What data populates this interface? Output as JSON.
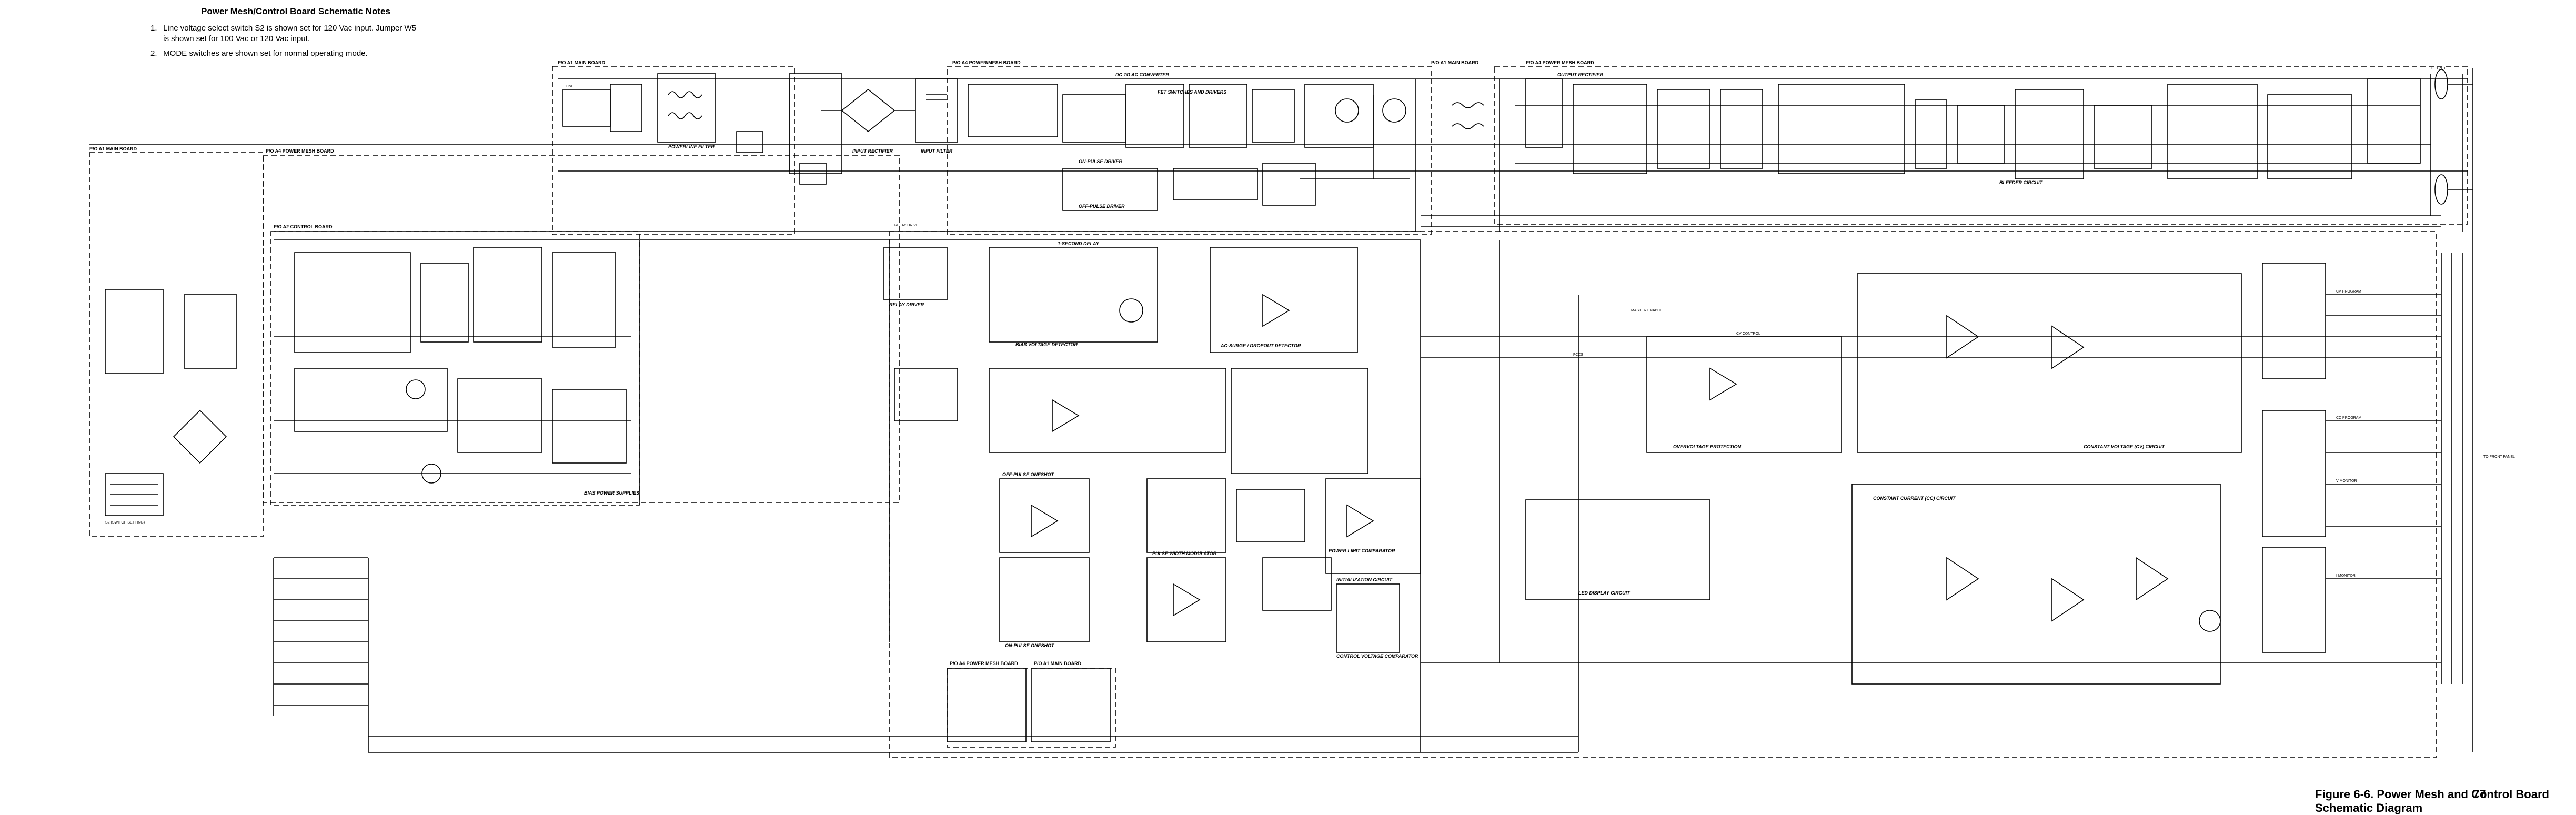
{
  "notes": {
    "title": "Power Mesh/Control Board Schematic Notes",
    "items": [
      {
        "num": "1.",
        "line1": "Line voltage select switch S2 is shown set for 120 Vac input. Jumper W5",
        "line2": "is shown set for 100 Vac or 120 Vac input."
      },
      {
        "num": "2.",
        "line1": "MODE switches are shown set for normal operating mode."
      }
    ]
  },
  "boards": {
    "main_a": "P/O A1 MAIN BOARD",
    "main_b": "P/O A1 MAIN BOARD",
    "main_c": "P/O A1 MAIN BOARD",
    "mesh_top": "P/O A4 POWER MESH BOARD",
    "mesh_left": "P/O A4 POWER MESH BOARD",
    "mesh_right": "P/O A4 POWER MESH BOARD",
    "mesh_mid": "P/O A4 POWER/MESH BOARD",
    "control": "P/O A2 CONTROL BOARD",
    "mesh_bottom": "P/O A4 POWER MESH BOARD",
    "main_bottom": "P/O A1 MAIN BOARD"
  },
  "blocks": {
    "powerline_filter": "POWERLINE FILTER",
    "input_rectifier": "INPUT RECTIFIER",
    "input_filter": "INPUT FILTER",
    "dc_to_ac": "DC TO AC CONVERTER",
    "fet_switches": "FET SWITCHES AND DRIVERS",
    "on_pulse_driver": "ON-PULSE DRIVER",
    "off_pulse_driver": "OFF-PULSE DRIVER",
    "output_rectifier": "OUTPUT RECTIFIER",
    "bleeder": "BLEEDER CIRCUIT",
    "bias_supplies": "BIAS POWER SUPPLIES",
    "second_delay": "1-SECOND DELAY",
    "bias_voltage_detector": "BIAS VOLTAGE DETECTOR",
    "ac_surge": "AC-SURGE / DROPOUT DETECTOR",
    "relay_driver": "RELAY DRIVER",
    "off_pulse_oneshot": "OFF-PULSE ONESHOT",
    "on_pulse_oneshot": "ON-PULSE ONESHOT",
    "pwm": "PULSE WIDTH MODULATOR",
    "power_limit": "POWER LIMIT COMPARATOR",
    "initialization": "INITIALIZATION CIRCUIT",
    "control_voltage_comparator": "CONTROL VOLTAGE COMPARATOR",
    "overvoltage": "OVERVOLTAGE PROTECTION",
    "cv_circuit": "CONSTANT VOLTAGE (CV) CIRCUIT",
    "cc_circuit": "CONSTANT CURRENT (CC) CIRCUIT",
    "led_display": "LED DISPLAY CIRCUIT",
    "master_enable": "MASTER ENABLE",
    "cv_control": "CV CONTROL",
    "fccs": "FCCS"
  },
  "labels": {
    "output": "OUTPUT",
    "line": "LINE",
    "relay_drive": "RELAY DRIVE",
    "to_front_panel": "TO FRONT PANEL",
    "s2_switch": "S2 (SWITCH SETTING)",
    "cv_prog": "CV PROGRAM",
    "cc_prog": "CC PROGRAM",
    "v_monitor": "V MONITOR",
    "i_monitor": "I MONITOR"
  },
  "caption": {
    "figure": "Figure 6-6. Power Mesh and Control Board Schematic Diagram",
    "page": "77"
  }
}
